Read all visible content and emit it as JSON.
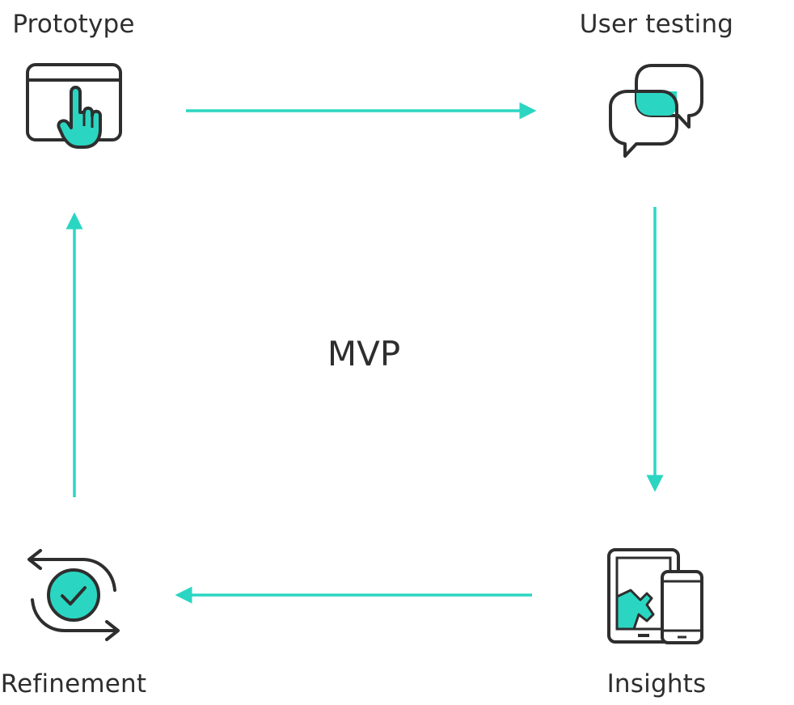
{
  "diagram": {
    "center_label": "MVP",
    "accent_color": "#2ad6c2",
    "stroke_color": "#2e2e2e",
    "steps": [
      {
        "label": "Prototype",
        "icon": "browser-hand-pointer-icon"
      },
      {
        "label": "User testing",
        "icon": "chat-bubbles-icon"
      },
      {
        "label": "Insights",
        "icon": "tablet-phone-chart-icon"
      },
      {
        "label": "Refinement",
        "icon": "refresh-check-icon"
      }
    ]
  }
}
